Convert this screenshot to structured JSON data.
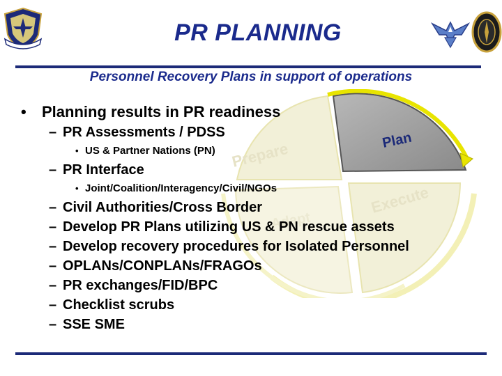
{
  "slide": {
    "title": "PR PLANNING",
    "subtitle": "Personnel Recovery Plans in support of operations",
    "cycle_labels": {
      "plan": "Plan",
      "prepare": "Prepare",
      "execute": "Execute",
      "adapt": "Adapt"
    },
    "bullets": [
      {
        "level": 1,
        "text": "Planning results in PR readiness"
      },
      {
        "level": 2,
        "text": "PR Assessments / PDSS"
      },
      {
        "level": 3,
        "text": "US & Partner Nations (PN)"
      },
      {
        "level": 2,
        "text": "PR Interface"
      },
      {
        "level": 3,
        "text": "Joint/Coalition/Interagency/Civil/NGOs"
      },
      {
        "level": 2,
        "text": "Civil Authorities/Cross Border"
      },
      {
        "level": 2,
        "text": "Develop PR Plans utilizing US & PN rescue assets"
      },
      {
        "level": 2,
        "text": "Develop recovery procedures for Isolated Personnel"
      },
      {
        "level": 2,
        "text": "OPLANs/CONPLANs/FRAGOs"
      },
      {
        "level": 2,
        "text": "PR exchanges/FID/BPC"
      },
      {
        "level": 2,
        "text": "Checklist scrubs"
      },
      {
        "level": 2,
        "text": "SSE SME"
      }
    ]
  },
  "logos": {
    "left": "special-operations-command-shield-icon",
    "right_1": "air-force-wings-icon",
    "right_2": "socom-seal-icon"
  },
  "colors": {
    "title": "#1a2a8c",
    "rule": "#1c2a78",
    "arrow": "#e8e400",
    "plan_segment": "#9a9a9a"
  }
}
